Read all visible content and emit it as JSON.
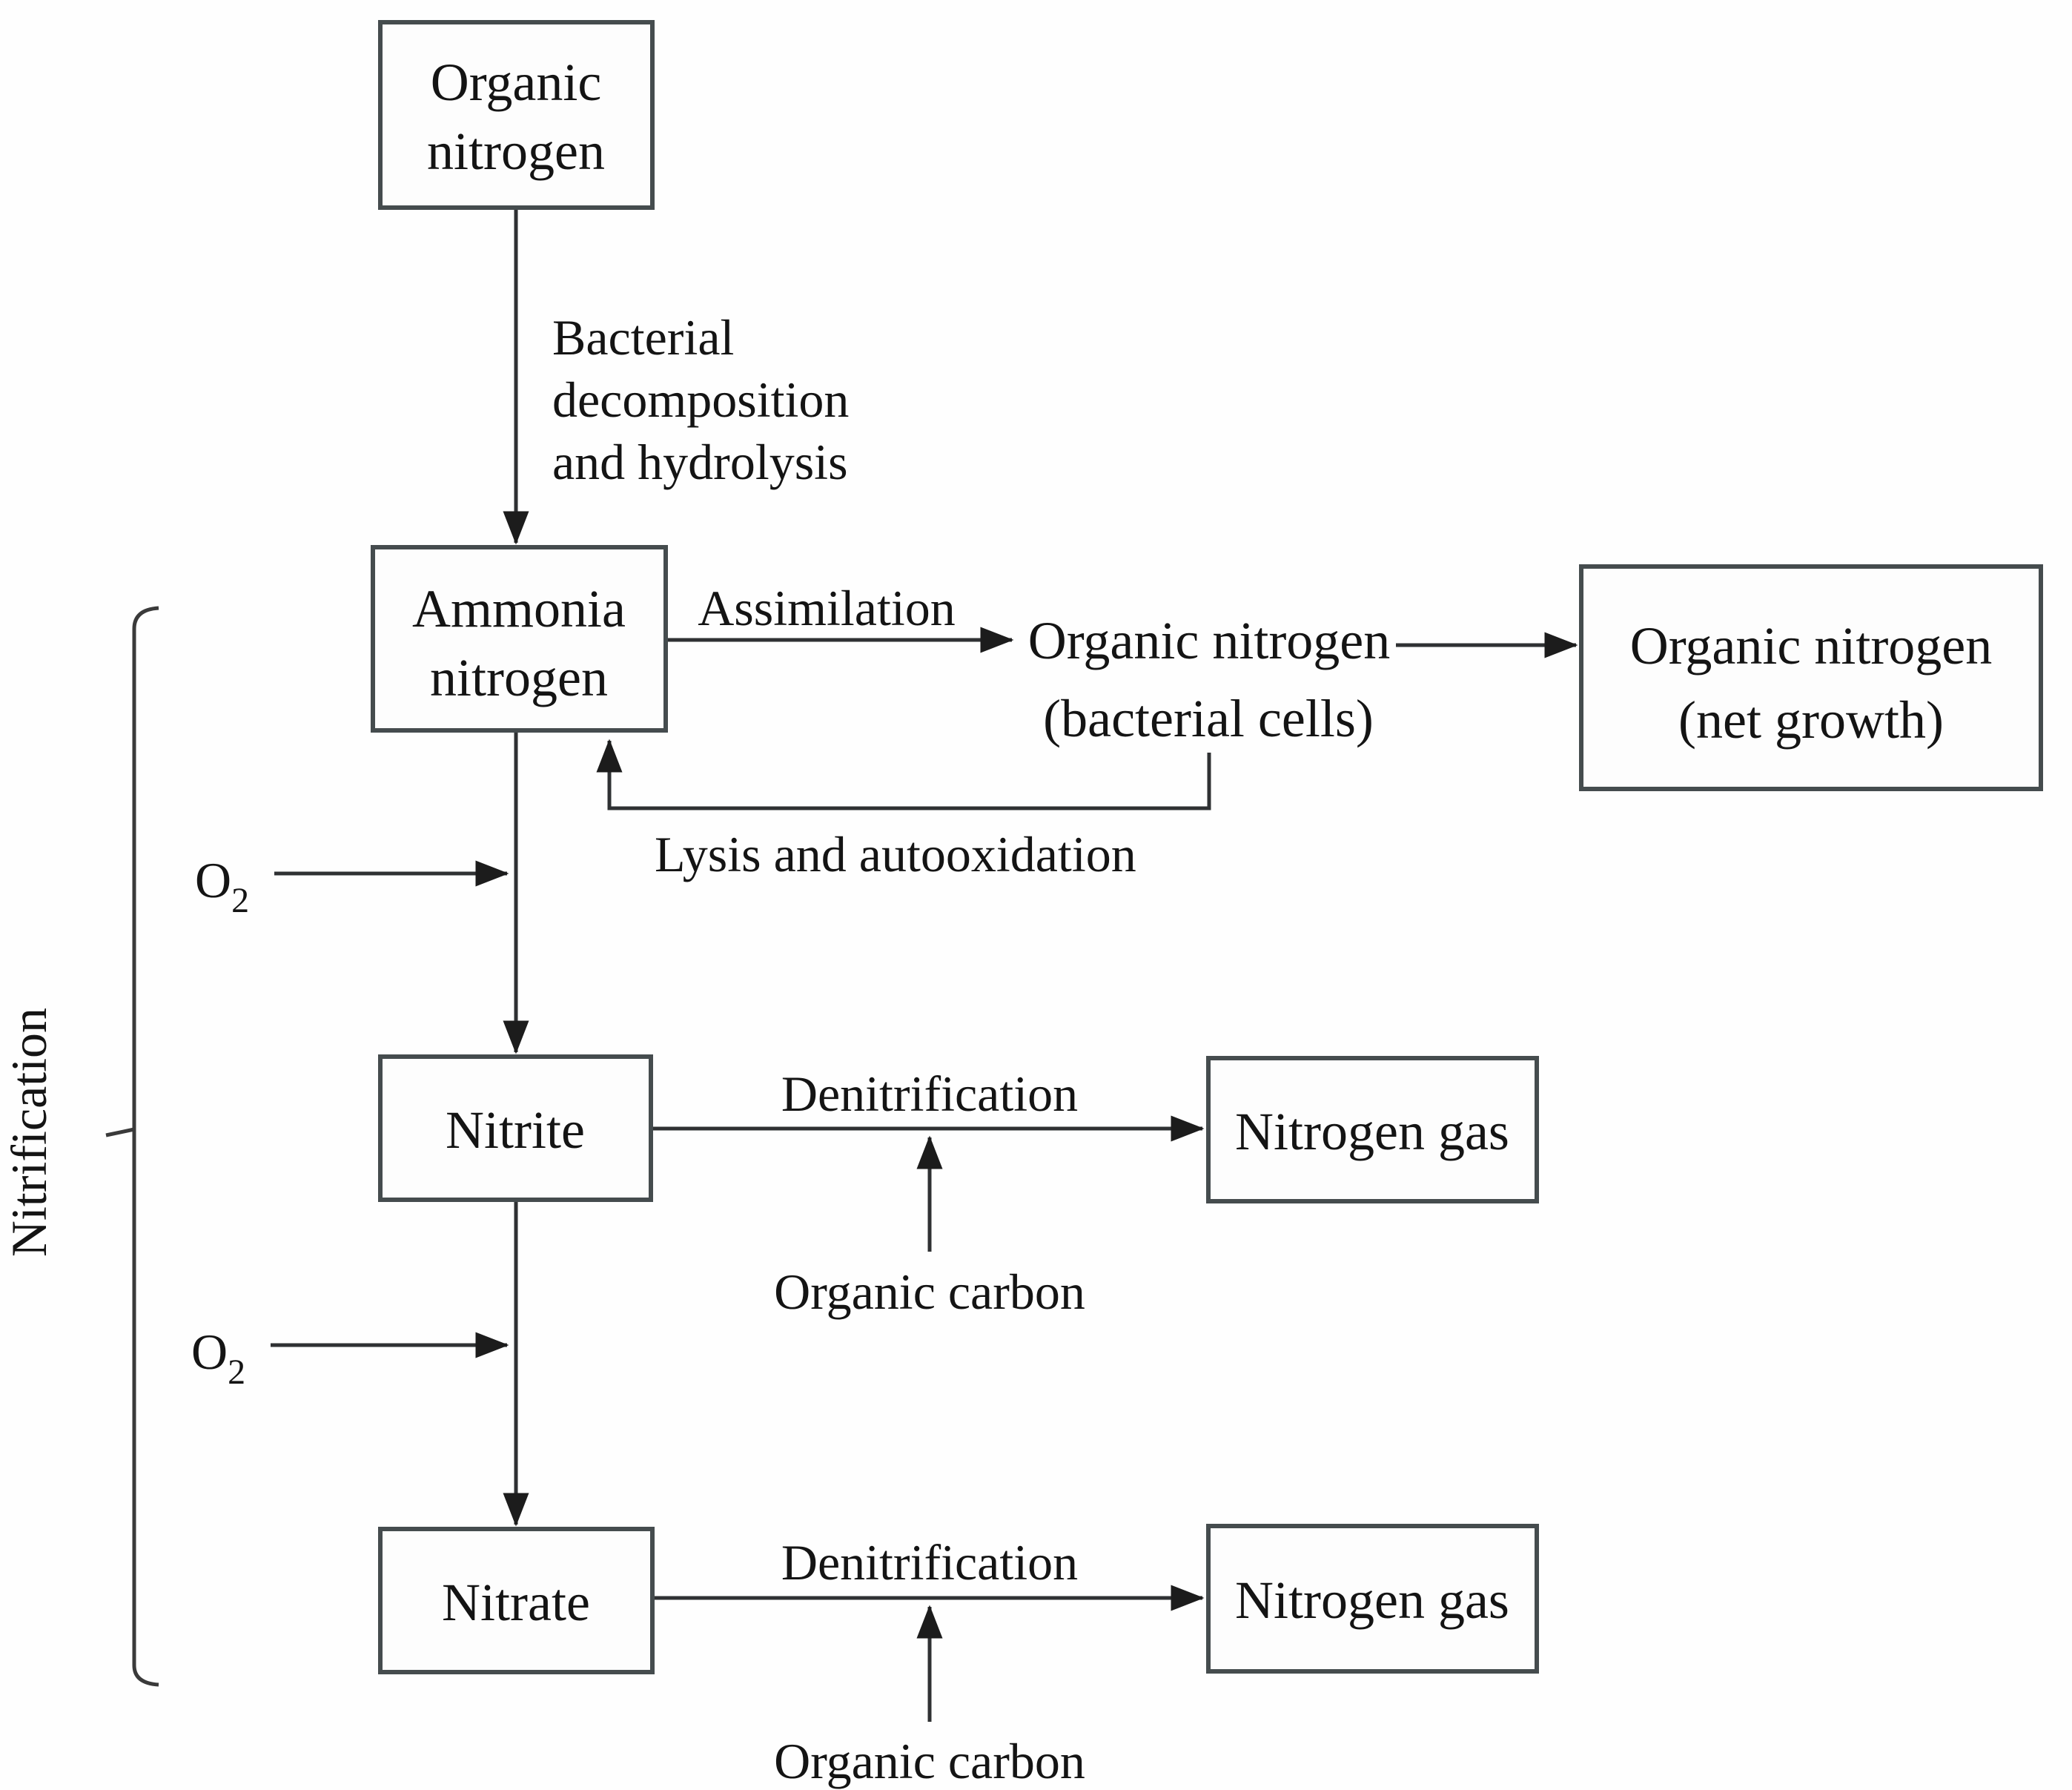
{
  "diagram": {
    "title_hint": "Nitrogen transformation pathway diagram",
    "boxes": {
      "organic_nitrogen_top": {
        "line1": "Organic",
        "line2": "nitrogen"
      },
      "ammonia": {
        "line1": "Ammonia",
        "line2": "nitrogen"
      },
      "nitrite": {
        "label": "Nitrite"
      },
      "nitrate": {
        "label": "Nitrate"
      },
      "nitrogen_gas_1": {
        "label": "Nitrogen gas"
      },
      "nitrogen_gas_2": {
        "label": "Nitrogen gas"
      },
      "organic_nitrogen_net": {
        "line1": "Organic nitrogen",
        "line2": "(net growth)"
      }
    },
    "plain_nodes": {
      "organic_nitrogen_cells": {
        "line1": "Organic nitrogen",
        "line2": "(bacterial cells)"
      }
    },
    "edge_labels": {
      "decomposition": {
        "line1": "Bacterial",
        "line2": "decomposition",
        "line3": "and hydrolysis"
      },
      "assimilation": "Assimilation",
      "lysis": "Lysis and autooxidation",
      "denitrification_1": "Denitrification",
      "denitrification_2": "Denitrification",
      "organic_carbon_1": "Organic carbon",
      "organic_carbon_2": "Organic carbon",
      "o2_1": {
        "base": "O",
        "sub": "2"
      },
      "o2_2": {
        "base": "O",
        "sub": "2"
      }
    },
    "bracket_label": "Nitrification",
    "colors": {
      "background": "#fefefe",
      "box_fill": "#fdfdfd",
      "box_border": "#454c4e",
      "line": "#2f3133",
      "text": "#141414"
    }
  }
}
